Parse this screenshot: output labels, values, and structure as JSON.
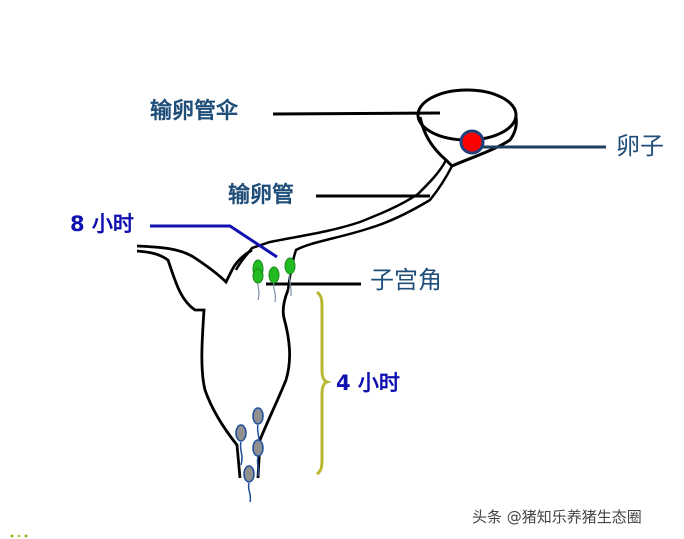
{
  "labels": {
    "infundibulum": "输卵管伞",
    "oviduct": "输卵管",
    "egg": "卵子",
    "uterine_horn": "子宫角",
    "time_8h": "8 小时",
    "time_4h": "4 小时"
  },
  "watermark": "头条 @猪知乐养猪生态圈",
  "colors": {
    "outline": "#000000",
    "label_dark": "#1f4e79",
    "label_blue": "#1010b0",
    "egg": "#ff0000",
    "egg_border": "#1f3f7a",
    "sperm_green": "#22bb22",
    "sperm_gray": "#909090",
    "brace": "#b8b832"
  }
}
